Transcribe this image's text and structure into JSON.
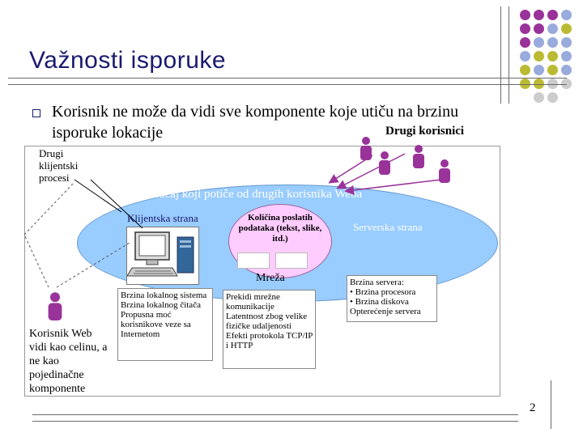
{
  "slide": {
    "title": "Važnosti isporuke",
    "bullet_text": "Korisnik ne može da vidi sve komponente koje utiču na brzinu isporuke lokacije",
    "page_number": "2"
  },
  "labels": {
    "drugi_korisnici": "Drugi korisnici",
    "drugi_klijentski": "Drugi klijentski procesi",
    "traffic": "Saobraćaj koji potiče od drugih korisnika Weba",
    "client_side": "Klijentska strana",
    "server_side": "Serverska strana",
    "data_amount": "Količina poslatih podataka (tekst, slike, itd.)",
    "network": "Mreža",
    "user_view": "Korisnik Web vidi kao celinu, a ne kao pojedinačne komponente"
  },
  "boxes": {
    "client_factors": [
      "Brzina lokalnog sistema",
      "Brzina lokalnog čitača",
      "Propusna moć korisnikove veze sa Internetom"
    ],
    "network_factors": [
      "Prekidi mrežne komunikacije",
      "Latentnost zbog velike fizičke udaljenosti",
      "Efekti protokola TCP/IP i HTTP"
    ],
    "server_factors": [
      "Brzina servera:",
      "• Brzina procesora",
      "• Brzina diskova",
      "Opterećenje servera"
    ]
  },
  "colors": {
    "title": "#1a1a70",
    "purple_dot": "#993399",
    "blue_dot": "#99aadd",
    "olive_dot": "#bbbb33",
    "network_ellipse": "#99ccff",
    "data_ellipse": "#ffccff",
    "person": "#993399"
  },
  "icons": [
    "person-icon",
    "computer-icon",
    "bullet-box-icon"
  ]
}
